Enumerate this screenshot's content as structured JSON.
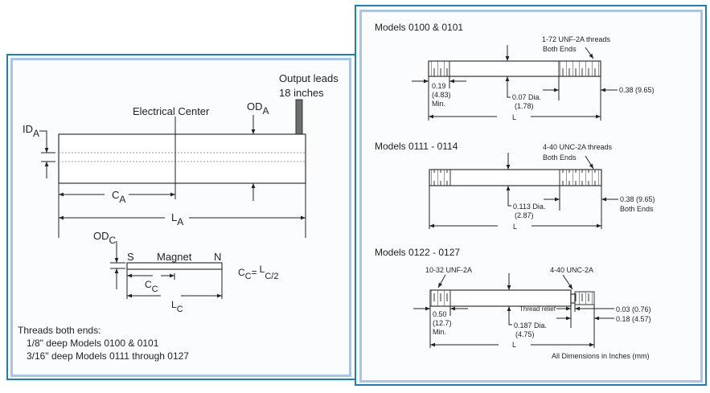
{
  "left_panel": {
    "output_leads_line1": "Output leads",
    "output_leads_line2": "18 inches",
    "electrical_center": "Electrical Center",
    "od_a": "OD",
    "od_a_sub": "A",
    "id_a": "ID",
    "id_a_sub": "A",
    "c_a": "C",
    "c_a_sub": "A",
    "l_a": "L",
    "l_a_sub": "A",
    "od_c": "OD",
    "od_c_sub": "C",
    "south": "S",
    "magnet": "Magnet",
    "north": "N",
    "c_c": "C",
    "c_c_sub": "C",
    "l_c": "L",
    "l_c_sub": "C",
    "formula_lhs": "C",
    "formula_lhs_sub": "C",
    "formula_eq": "=",
    "formula_rhs": "L",
    "formula_rhs_sub": "C/2",
    "threads_title": "Threads both ends:",
    "threads_line1": "1/8\" deep Models 0100 & 0101",
    "threads_line2": "3/16\" deep Models 0111 through 0127"
  },
  "right_panel": {
    "sections": [
      {
        "title": "Models 0100 & 0101",
        "thread_label_1": "1-72 UNF-2A threads",
        "thread_label_2": "Both Ends",
        "min_len_1": "0.19",
        "min_len_2": "(4.83)",
        "min_len_3": "Min.",
        "dia_1": "0.07 Dia.",
        "dia_2": "(1.78)",
        "end_len": "0.38 (9.65)",
        "length": "L"
      },
      {
        "title": "Models 0111 - 0114",
        "thread_label_1": "4-40 UNC-2A threads",
        "thread_label_2": "Both Ends",
        "dia_1": "0.113 Dia.",
        "dia_2": "(2.87)",
        "end_len_1": "0.38 (9.65)",
        "end_len_2": "Both Ends",
        "length": "L"
      },
      {
        "title": "Models 0122 - 0127",
        "thread_left": "10-32 UNF-2A",
        "thread_right": "4-40 UNC-2A",
        "min_len_1": "0.50",
        "min_len_2": "(12.7)",
        "min_len_3": "Min.",
        "thread_relief": "Thread relief",
        "relief_len": "0.03 (0.76)",
        "end_len": "0.18 (4.57)",
        "dia_1": "0.187 Dia.",
        "dia_2": "(4.75)",
        "length": "L"
      }
    ],
    "footnote": "All Dimensions in Inches (mm)"
  },
  "colors": {
    "outer_border": "#1a7fc1",
    "inner_border": "#a9c4e4"
  }
}
